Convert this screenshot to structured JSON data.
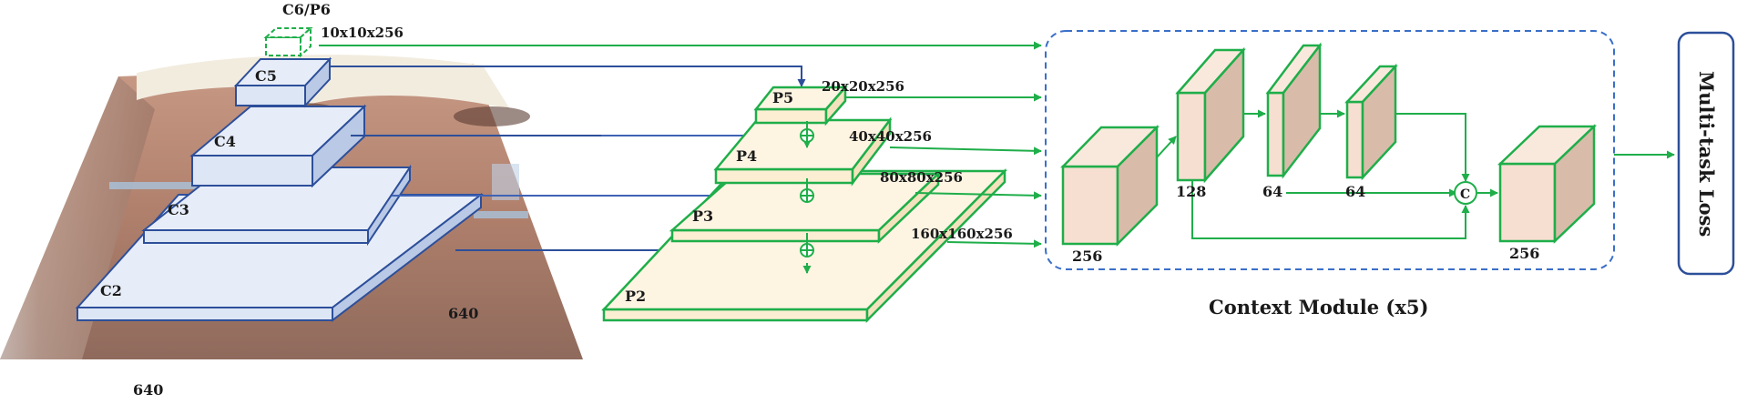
{
  "backbone": {
    "c6p6": "C6/P6",
    "c6p6_dim": "10x10x256",
    "c5": "C5",
    "c4": "C4",
    "c3": "C3",
    "c2": "C2",
    "image_width": "640",
    "image_height": "640"
  },
  "fpn": {
    "p5": "P5",
    "p5_dim": "20x20x256",
    "p4": "P4",
    "p4_dim": "40x40x256",
    "p3": "P3",
    "p3_dim": "80x80x256",
    "p2": "P2",
    "p2_dim": "160x160x256"
  },
  "context_module": {
    "title": "Context Module (x5)",
    "in_channels": "256",
    "branch1_channels": "128",
    "branch2_channels": "64",
    "branch3_channels": "64",
    "out_channels": "256",
    "concat_symbol": "C"
  },
  "output": {
    "label": "Multi-task Loss"
  },
  "colors": {
    "backbone_stroke": "#2d4f9a",
    "backbone_fill": "#dde6f5",
    "fpn_stroke": "#1fae4a",
    "fpn_fill": "#fbeed3",
    "cube_front": "#f6dfd0",
    "cube_side": "#d8bca9",
    "dashed_box": "#3a6fc9"
  },
  "icons": {
    "add": "circle-plus-icon",
    "concat": "circle-c-icon"
  }
}
